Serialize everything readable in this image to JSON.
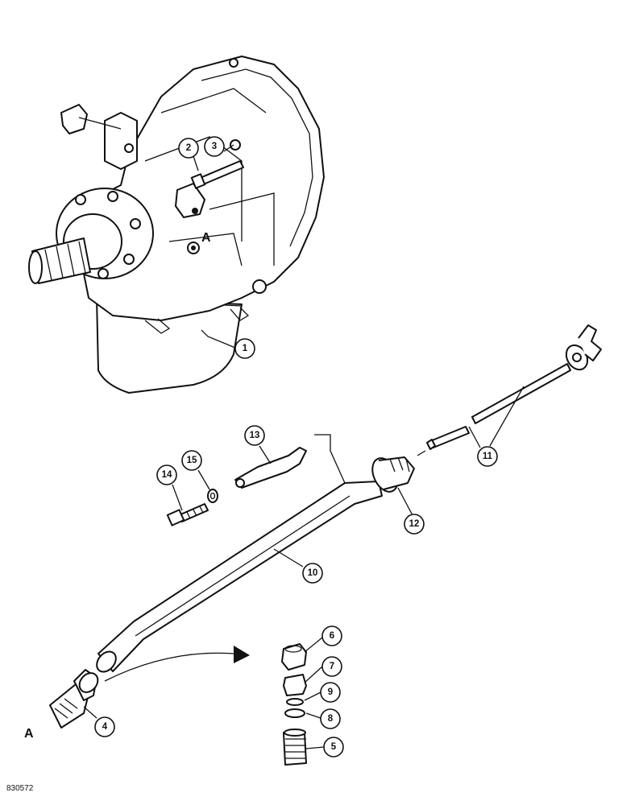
{
  "callouts": [
    {
      "id": "1",
      "label": "1"
    },
    {
      "id": "2",
      "label": "2"
    },
    {
      "id": "3",
      "label": "3"
    },
    {
      "id": "4",
      "label": "4"
    },
    {
      "id": "5",
      "label": "5"
    },
    {
      "id": "6",
      "label": "6"
    },
    {
      "id": "7",
      "label": "7"
    },
    {
      "id": "8",
      "label": "8"
    },
    {
      "id": "9",
      "label": "9"
    },
    {
      "id": "10",
      "label": "10"
    },
    {
      "id": "11",
      "label": "11"
    },
    {
      "id": "12",
      "label": "12"
    },
    {
      "id": "13",
      "label": "13"
    },
    {
      "id": "14",
      "label": "14"
    },
    {
      "id": "15",
      "label": "15"
    }
  ],
  "reference_marks": {
    "transmission_port": "A",
    "fitting_end": "A"
  },
  "drawing_number": "830572"
}
